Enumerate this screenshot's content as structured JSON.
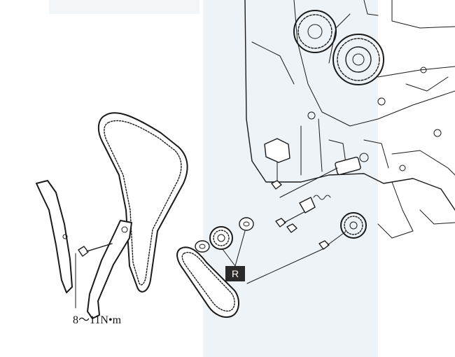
{
  "annotations": {
    "torque_spec": "8～11N•m",
    "part_marker": "R"
  },
  "colors": {
    "line": "#1a1a1a",
    "marker_bg": "#2a2a2a",
    "watermark_band": "#dbe7ef"
  },
  "components": [
    "timing-chain-main",
    "timing-chain-small",
    "chain-guide-left",
    "chain-tensioner-arm",
    "tensioner-bolt",
    "idler-gear",
    "washer-large",
    "washer-small",
    "idler-shaft",
    "chain-tensioner",
    "bolts",
    "camshaft-sprockets",
    "crank-sprocket",
    "engine-block"
  ]
}
